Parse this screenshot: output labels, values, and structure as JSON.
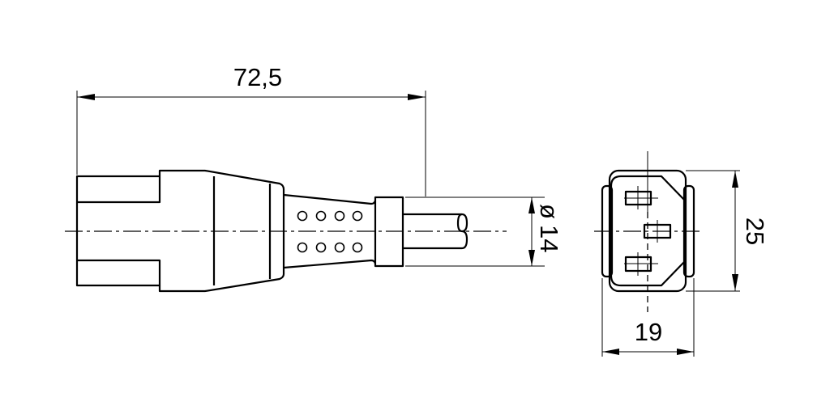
{
  "dimensions": {
    "overall_length": "72,5",
    "cable_diameter_symbol": "ø",
    "cable_diameter": "14",
    "height": "25",
    "width": "19"
  }
}
